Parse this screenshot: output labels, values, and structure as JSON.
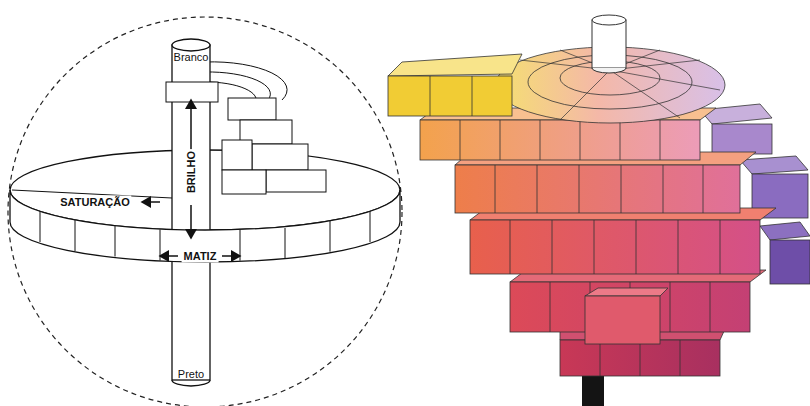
{
  "diagram": {
    "labels": [
      "Branco",
      "BRILHO",
      "SATURAÇÃO",
      "MATIZ",
      "Preto"
    ]
  }
}
